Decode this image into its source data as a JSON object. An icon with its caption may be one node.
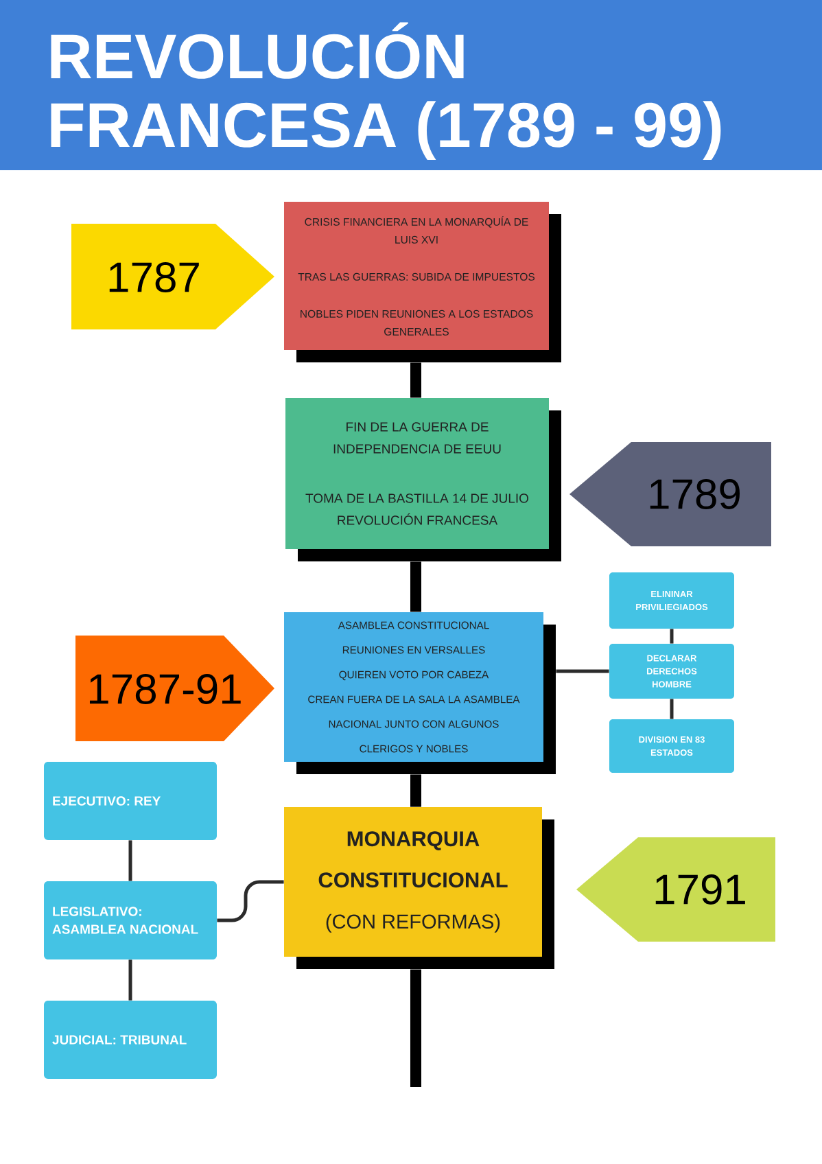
{
  "diagram": {
    "title": "REVOLUCIÓN FRANCESA (1789 - 99)",
    "nodes": [
      {
        "text": [
          "1787"
        ]
      },
      {
        "text": [
          "CRISIS FINANCIERA EN LA MONARQUÍA DE LUIS XVI",
          "TRAS LAS GUERRAS: SUBIDA DE IMPUESTOS",
          "NOBLES PIDEN REUNIONES A LOS ESTADOS GENERALES"
        ]
      },
      {
        "text": [
          "FIN DE LA GUERRA DE INDEPENDENCIA DE EEUU",
          "TOMA DE LA BASTILLA 14 DE JULIO REVOLUCIÓN FRANCESA"
        ]
      },
      {
        "text": [
          "1789"
        ]
      },
      {
        "text": [
          "1787-91"
        ]
      },
      {
        "text": [
          "ASAMBLEA CONSTITUCIONAL",
          "REUNIONES EN VERSALLES",
          "QUIEREN VOTO POR CABEZA",
          "CREAN FUERA DE LA SALA LA ASAMBLEA NACIONAL JUNTO CON ALGUNOS CLERIGOS Y NOBLES"
        ]
      },
      {
        "text": [
          "ELININAR PRIVILIEGIADOS"
        ]
      },
      {
        "text": [
          "DECLARAR DERECHOS HOMBRE"
        ]
      },
      {
        "text": [
          "DIVISION EN 83 ESTADOS"
        ]
      },
      {
        "text": [
          "EJECUTIVO: REY"
        ]
      },
      {
        "text": [
          "MONARQUIA CONSTITUCIONAL",
          "(CON REFORMAS)"
        ]
      },
      {
        "text": [
          "1791"
        ]
      },
      {
        "text": [
          "LEGISLATIVO: ASAMBLEA NACIONAL"
        ]
      },
      {
        "text": [
          "JUDICIAL: TRIBUNAL"
        ]
      }
    ],
    "edges": [
      {
        "from": 1,
        "to": 2,
        "arrow": "none",
        "style": "thick"
      },
      {
        "from": 2,
        "to": 5,
        "arrow": "none",
        "style": "thick"
      },
      {
        "from": 5,
        "to": 10,
        "arrow": "none",
        "style": "thick"
      },
      {
        "from": 10,
        "to": null,
        "arrow": "none",
        "style": "thick"
      },
      {
        "from": 5,
        "to": 7,
        "arrow": "none"
      },
      {
        "from": 6,
        "to": 7,
        "arrow": "none"
      },
      {
        "from": 7,
        "to": 8,
        "arrow": "none"
      },
      {
        "from": 9,
        "to": 12,
        "arrow": "none"
      },
      {
        "from": 12,
        "to": 10,
        "arrow": "none"
      },
      {
        "from": 12,
        "to": 13,
        "arrow": "none"
      }
    ]
  }
}
